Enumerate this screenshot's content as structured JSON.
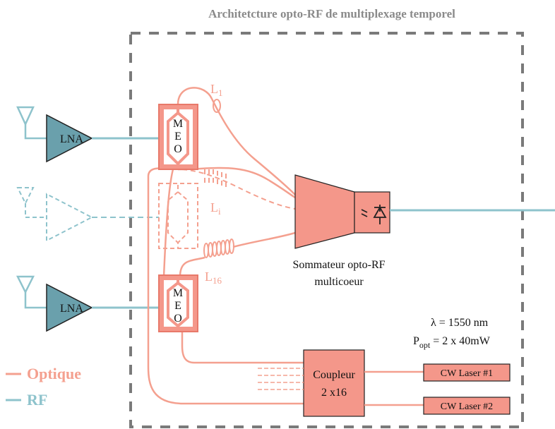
{
  "title": "Architetcture opto-RF de multiplexage temporel",
  "lna_label": "LNA",
  "meo_letters": [
    "M",
    "E",
    "O"
  ],
  "delay_labels": {
    "l1_main": "L",
    "l1_sub": "1",
    "li_main": "L",
    "li_sub": "i",
    "l16_main": "L",
    "l16_sub": "16"
  },
  "combiner_label_line1": "Sommateur opto-RF",
  "combiner_label_line2": "multicoeur",
  "wavelength_text": "λ = 1550 nm",
  "popt_main": "P",
  "popt_sub": "opt",
  "popt_value": " = 2 x 40mW",
  "coupler_line1": "Coupleur",
  "coupler_line2": "2 x16",
  "laser1_label": "CW Laser #1",
  "laser2_label": "CW Laser #2",
  "legend": {
    "optique": "Optique",
    "rf": "RF"
  },
  "colors": {
    "optical": "#f4a08f",
    "optical_fill": "#f4978a",
    "optical_dark": "#e8796a",
    "rf": "#8ec3cc",
    "lna_fill": "#6aa0ac",
    "dash_box": "#7a7a7a"
  }
}
